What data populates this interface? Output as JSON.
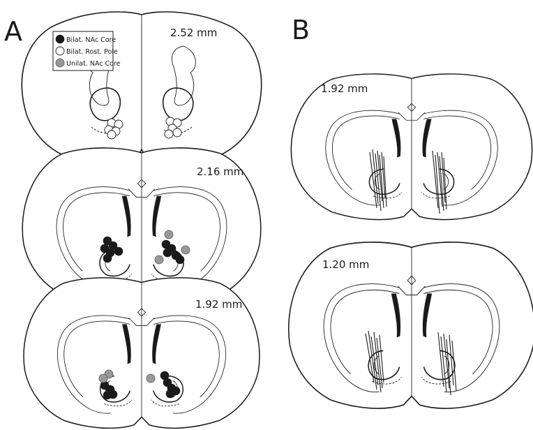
{
  "panels": [
    {
      "label": "A",
      "sections": [
        "2.52 mm",
        "2.16 mm",
        "1.92 mm"
      ]
    },
    {
      "label": "B",
      "sections": [
        "1.92 mm",
        "1.20 mm"
      ]
    }
  ],
  "legend": {
    "items": [
      {
        "label": "Bilat. NAc Core",
        "color": "#1a1a1a"
      },
      {
        "label": "Bilat. Rost. Pole",
        "color": "#ffffff"
      },
      {
        "label": "Unilat. NAc Core",
        "color": "#999999"
      }
    ]
  }
}
